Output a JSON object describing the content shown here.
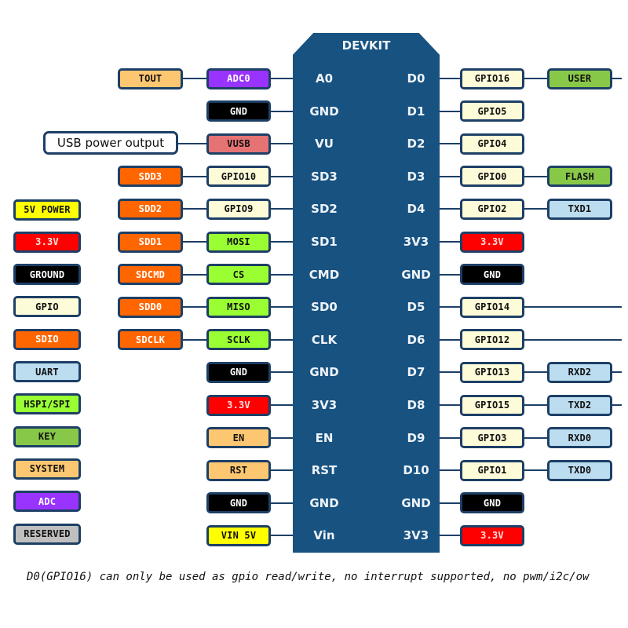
{
  "colors": {
    "chip": "#175281",
    "line": "#1d3f66",
    "yellow": "#ffff00",
    "red": "#ff0000",
    "black": "#000000",
    "gpio": "#fdfbd8",
    "sdio": "#ff6600",
    "uart": "#bcdcf0",
    "hspi": "#99ff33",
    "key": "#88c848",
    "system": "#fdc771",
    "adc": "#9933ff",
    "reserved": "#bfbfbf",
    "vusb": "#e57373"
  },
  "chip": {
    "title": "DEVKIT",
    "left_pins": [
      "A0",
      "GND",
      "VU",
      "SD3",
      "SD2",
      "SD1",
      "CMD",
      "SD0",
      "CLK",
      "GND",
      "3V3",
      "EN",
      "RST",
      "GND",
      "Vin"
    ],
    "right_pins": [
      "D0",
      "D1",
      "D2",
      "D3",
      "D4",
      "3V3",
      "GND",
      "D5",
      "D6",
      "D7",
      "D8",
      "D9",
      "D10",
      "GND",
      "3V3"
    ]
  },
  "legend": [
    {
      "label": "5V POWER",
      "type": "yellow"
    },
    {
      "label": "3.3V",
      "type": "red"
    },
    {
      "label": "GROUND",
      "type": "black"
    },
    {
      "label": "GPIO",
      "type": "gpio"
    },
    {
      "label": "SDIO",
      "type": "sdio"
    },
    {
      "label": "UART",
      "type": "uart"
    },
    {
      "label": "HSPI/SPI",
      "type": "hspi"
    },
    {
      "label": "KEY",
      "type": "key"
    },
    {
      "label": "SYSTEM",
      "type": "system"
    },
    {
      "label": "ADC",
      "type": "adc"
    },
    {
      "label": "RESERVED",
      "type": "reserved"
    }
  ],
  "left_inner": [
    {
      "label": "ADC0",
      "type": "adc"
    },
    {
      "label": "GND",
      "type": "black"
    },
    {
      "label": "VUSB",
      "type": "vusb"
    },
    {
      "label": "GPIO10",
      "type": "gpio"
    },
    {
      "label": "GPIO9",
      "type": "gpio"
    },
    {
      "label": "MOSI",
      "type": "hspi"
    },
    {
      "label": "CS",
      "type": "hspi"
    },
    {
      "label": "MISO",
      "type": "hspi"
    },
    {
      "label": "SCLK",
      "type": "hspi"
    },
    {
      "label": "GND",
      "type": "black"
    },
    {
      "label": "3.3V",
      "type": "red"
    },
    {
      "label": "EN",
      "type": "system"
    },
    {
      "label": "RST",
      "type": "system"
    },
    {
      "label": "GND",
      "type": "black"
    },
    {
      "label": "VIN 5V",
      "type": "yellow"
    }
  ],
  "left_outer": [
    {
      "label": "TOUT",
      "type": "system"
    },
    null,
    null,
    {
      "label": "SDD3",
      "type": "sdio"
    },
    {
      "label": "SDD2",
      "type": "sdio"
    },
    {
      "label": "SDD1",
      "type": "sdio"
    },
    {
      "label": "SDCMD",
      "type": "sdio"
    },
    {
      "label": "SDD0",
      "type": "sdio"
    },
    {
      "label": "SDCLK",
      "type": "sdio"
    },
    null,
    null,
    null,
    null,
    null,
    null
  ],
  "usb_note": "USB power output",
  "right_inner": [
    {
      "label": "GPIO16",
      "type": "gpio"
    },
    {
      "label": "GPIO5",
      "type": "gpio"
    },
    {
      "label": "GPIO4",
      "type": "gpio"
    },
    {
      "label": "GPIO0",
      "type": "gpio"
    },
    {
      "label": "GPIO2",
      "type": "gpio"
    },
    {
      "label": "3.3V",
      "type": "red"
    },
    {
      "label": "GND",
      "type": "black"
    },
    {
      "label": "GPIO14",
      "type": "gpio"
    },
    {
      "label": "GPIO12",
      "type": "gpio"
    },
    {
      "label": "GPIO13",
      "type": "gpio"
    },
    {
      "label": "GPIO15",
      "type": "gpio"
    },
    {
      "label": "GPIO3",
      "type": "gpio"
    },
    {
      "label": "GPIO1",
      "type": "gpio"
    },
    {
      "label": "GND",
      "type": "black"
    },
    {
      "label": "3.3V",
      "type": "red"
    }
  ],
  "right_outer": [
    {
      "label": "USER",
      "type": "key"
    },
    null,
    null,
    {
      "label": "FLASH",
      "type": "key"
    },
    {
      "label": "TXD1",
      "type": "uart"
    },
    null,
    null,
    null,
    null,
    {
      "label": "RXD2",
      "type": "uart"
    },
    {
      "label": "TXD2",
      "type": "uart"
    },
    {
      "label": "RXD0",
      "type": "uart"
    },
    {
      "label": "TXD0",
      "type": "uart"
    },
    null,
    null
  ],
  "right_tail_lines": [
    0,
    7,
    8,
    9,
    10
  ],
  "footnote": "D0(GPIO16) can only be used as gpio read/write, no interrupt supported, no pwm/i2c/ow"
}
